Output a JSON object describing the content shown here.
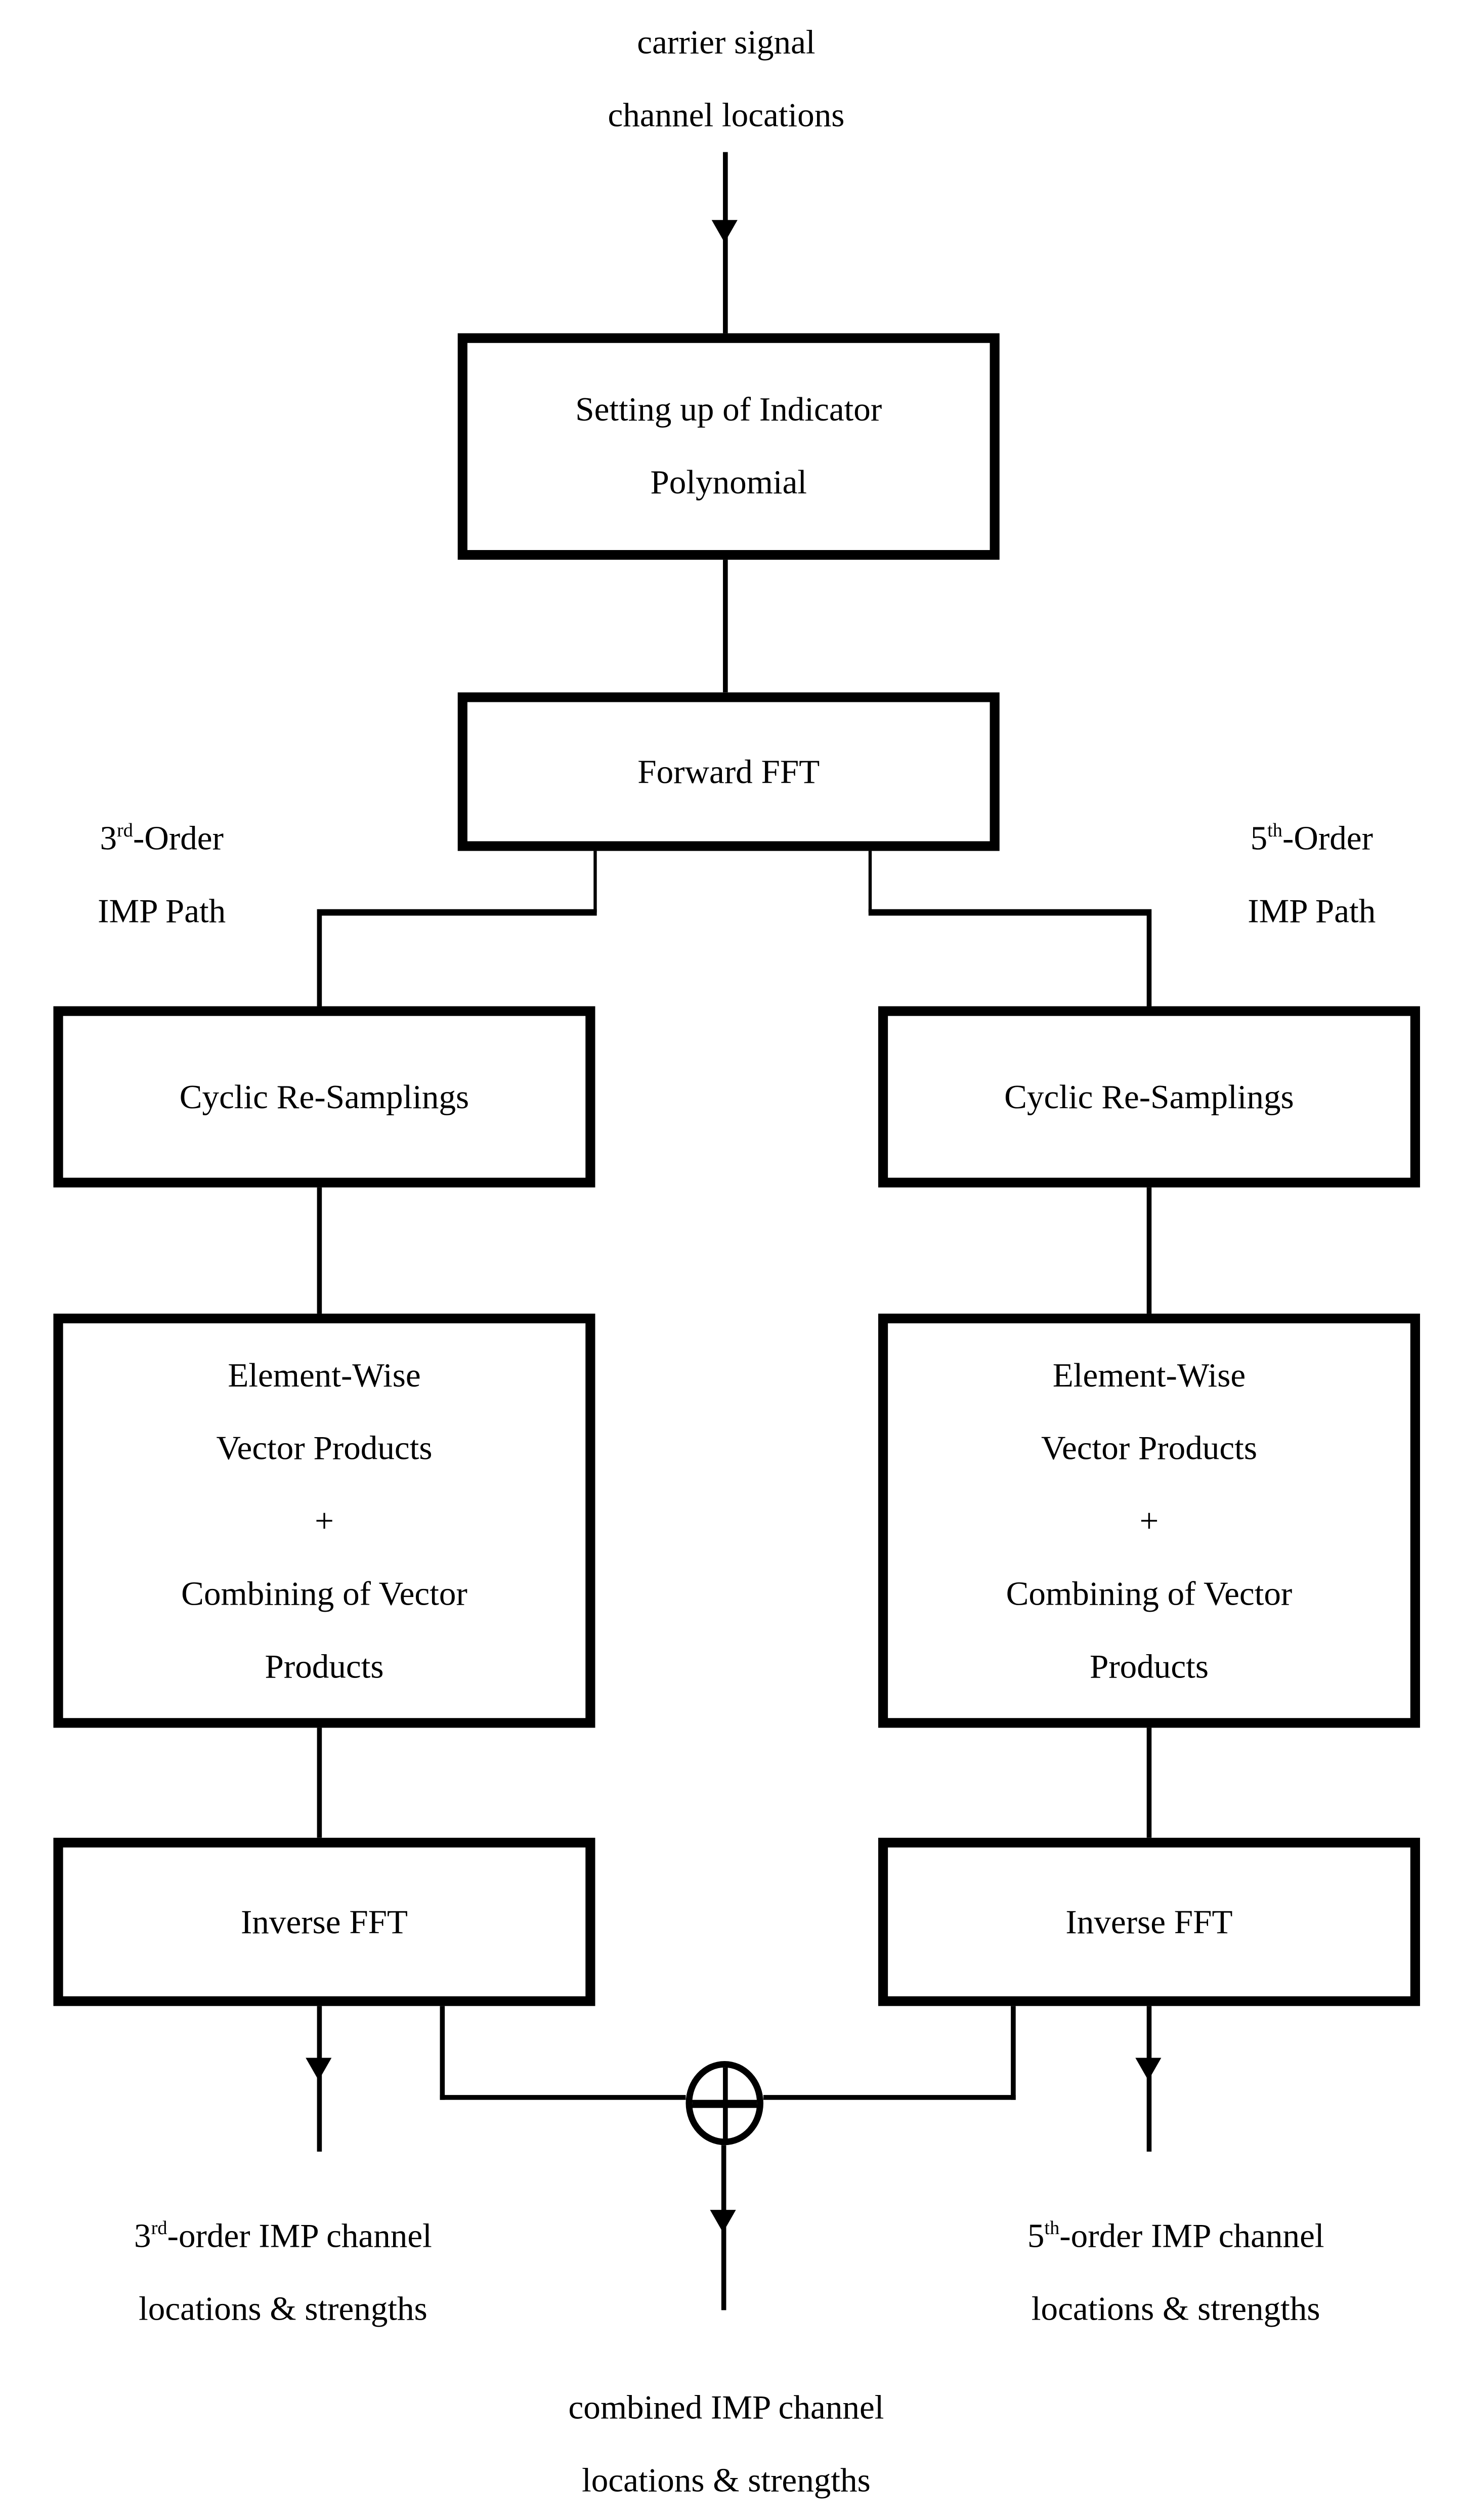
{
  "input_label": {
    "line1": "carrier signal",
    "line2": "channel locations"
  },
  "blocks": {
    "setup": {
      "line1": "Setting up of Indicator",
      "line2": "Polynomial"
    },
    "forward_fft": {
      "label": "Forward FFT"
    },
    "left": {
      "cyclic": "Cyclic Re-Samplings",
      "element": {
        "line1": "Element-Wise",
        "line2": "Vector Products",
        "line3": "+",
        "line4": "Combining of Vector",
        "line5": "Products"
      },
      "inverse": "Inverse FFT"
    },
    "right": {
      "cyclic": "Cyclic Re-Samplings",
      "element": {
        "line1": "Element-Wise",
        "line2": "Vector Products",
        "line3": "+",
        "line4": "Combining of Vector",
        "line5": "Products"
      },
      "inverse": "Inverse FFT"
    }
  },
  "path_labels": {
    "left": {
      "base": "3",
      "sup": "rd",
      "after": "-Order",
      "line2": "IMP Path"
    },
    "right": {
      "base": "5",
      "sup": "th",
      "after": "-Order",
      "line2": "IMP Path"
    }
  },
  "outputs": {
    "left": {
      "base": "3",
      "sup": "rd",
      "after": "-order IMP channel",
      "line2": "locations & strengths"
    },
    "right": {
      "base": "5",
      "sup": "th",
      "after": "-order IMP channel",
      "line2": "locations & strengths"
    },
    "combined": {
      "line1": "combined IMP channel",
      "line2": "locations & strengths"
    }
  },
  "icons": {
    "combiner": "circled-plus-summation"
  },
  "colors": {
    "ink": "#000000",
    "background": "#ffffff"
  }
}
